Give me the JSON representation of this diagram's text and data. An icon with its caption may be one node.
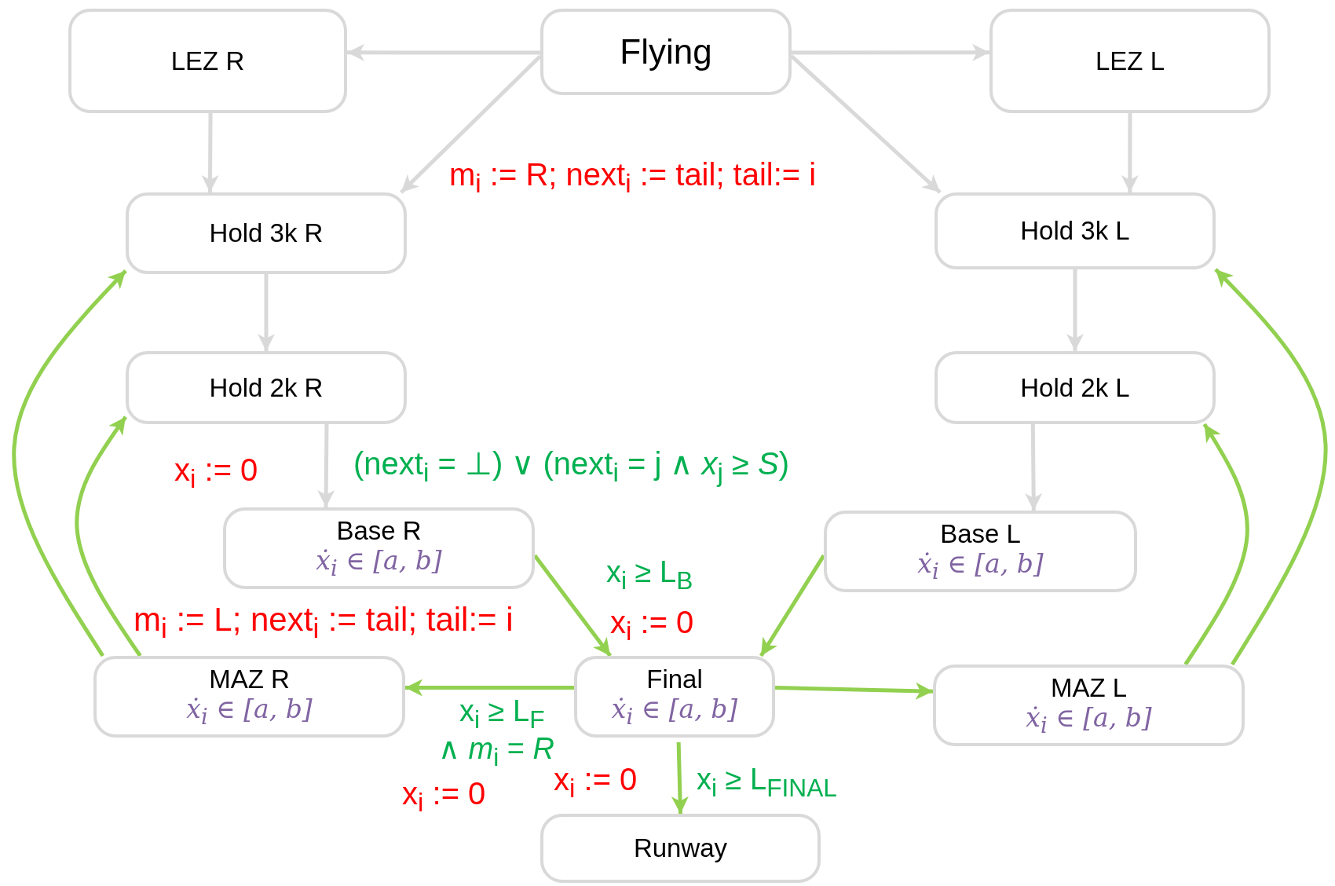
{
  "diagram": {
    "nodes": [
      {
        "text": [
          "Flying"
        ]
      },
      {
        "text": [
          "LEZ R"
        ]
      },
      {
        "text": [
          "LEZ L"
        ]
      },
      {
        "text": [
          "Hold 3k R"
        ]
      },
      {
        "text": [
          "Hold 3k L"
        ]
      },
      {
        "text": [
          "Hold 2k R"
        ]
      },
      {
        "text": [
          "Hold 2k L"
        ]
      },
      {
        "text": [
          "Base R",
          "ẋ$_{i}$ ∈ [a, b]"
        ]
      },
      {
        "text": [
          "Base L",
          "ẋ$_{i}$ ∈ [a, b]"
        ]
      },
      {
        "text": [
          "MAZ R",
          "ẋ$_{i}$ ∈ [a, b]"
        ]
      },
      {
        "text": [
          "Final",
          "ẋ$_{i}$ ∈ [a, b]"
        ]
      },
      {
        "text": [
          "MAZ L",
          "ẋ$_{i}$ ∈ [a, b]"
        ]
      },
      {
        "text": [
          "Runway"
        ]
      }
    ],
    "edges": [
      {
        "from": 0,
        "to": 1,
        "arrow": "to"
      },
      {
        "from": 0,
        "to": 2,
        "arrow": "to"
      },
      {
        "from": 0,
        "to": 3,
        "arrow": "to"
      },
      {
        "from": 0,
        "to": 4,
        "arrow": "to"
      },
      {
        "from": 1,
        "to": 3,
        "arrow": "to"
      },
      {
        "from": 2,
        "to": 4,
        "arrow": "to"
      },
      {
        "from": 3,
        "to": 5,
        "arrow": "to"
      },
      {
        "from": 4,
        "to": 6,
        "arrow": "to"
      },
      {
        "from": 5,
        "to": 7,
        "arrow": "to"
      },
      {
        "from": 6,
        "to": 8,
        "arrow": "to"
      },
      {
        "from": 7,
        "to": 10,
        "arrow": "to",
        "color": "#92d050"
      },
      {
        "from": 8,
        "to": 10,
        "arrow": "to",
        "color": "#92d050"
      },
      {
        "from": 10,
        "to": 9,
        "arrow": "to",
        "color": "#92d050"
      },
      {
        "from": 10,
        "to": 11,
        "arrow": "to",
        "color": "#92d050"
      },
      {
        "from": 10,
        "to": 12,
        "arrow": "to",
        "color": "#92d050"
      },
      {
        "from": 9,
        "to": 3,
        "arrow": "to",
        "color": "#92d050"
      },
      {
        "from": 9,
        "to": 5,
        "arrow": "to",
        "color": "#92d050"
      },
      {
        "from": 11,
        "to": 4,
        "arrow": "to",
        "color": "#92d050"
      },
      {
        "from": 11,
        "to": 6,
        "arrow": "to",
        "color": "#92d050"
      }
    ],
    "labels": [
      "m$_{i}$ := R; next$_{i}$ := tail; tail:= i",
      "x$_{i}$ := 0",
      "(next$_{i}$ = ⊥) ∨ (next$_{i}$ = j ∧ *x*$_{j}$ ≥ *S*)",
      "x$_{i}$ ≥ L$_{B}$",
      "m$_{i}$ := L; next$_{i}$ := tail; tail:= i",
      "x$_{i}$ := 0",
      "x$_{i}$ ≥ L$_{F}$",
      "∧ *m*$_{i}$ = *R*",
      "x$_{i}$ := 0",
      "x$_{i}$ ≥ L$_{FINAL}$",
      "x$_{i}$ := 0"
    ]
  }
}
